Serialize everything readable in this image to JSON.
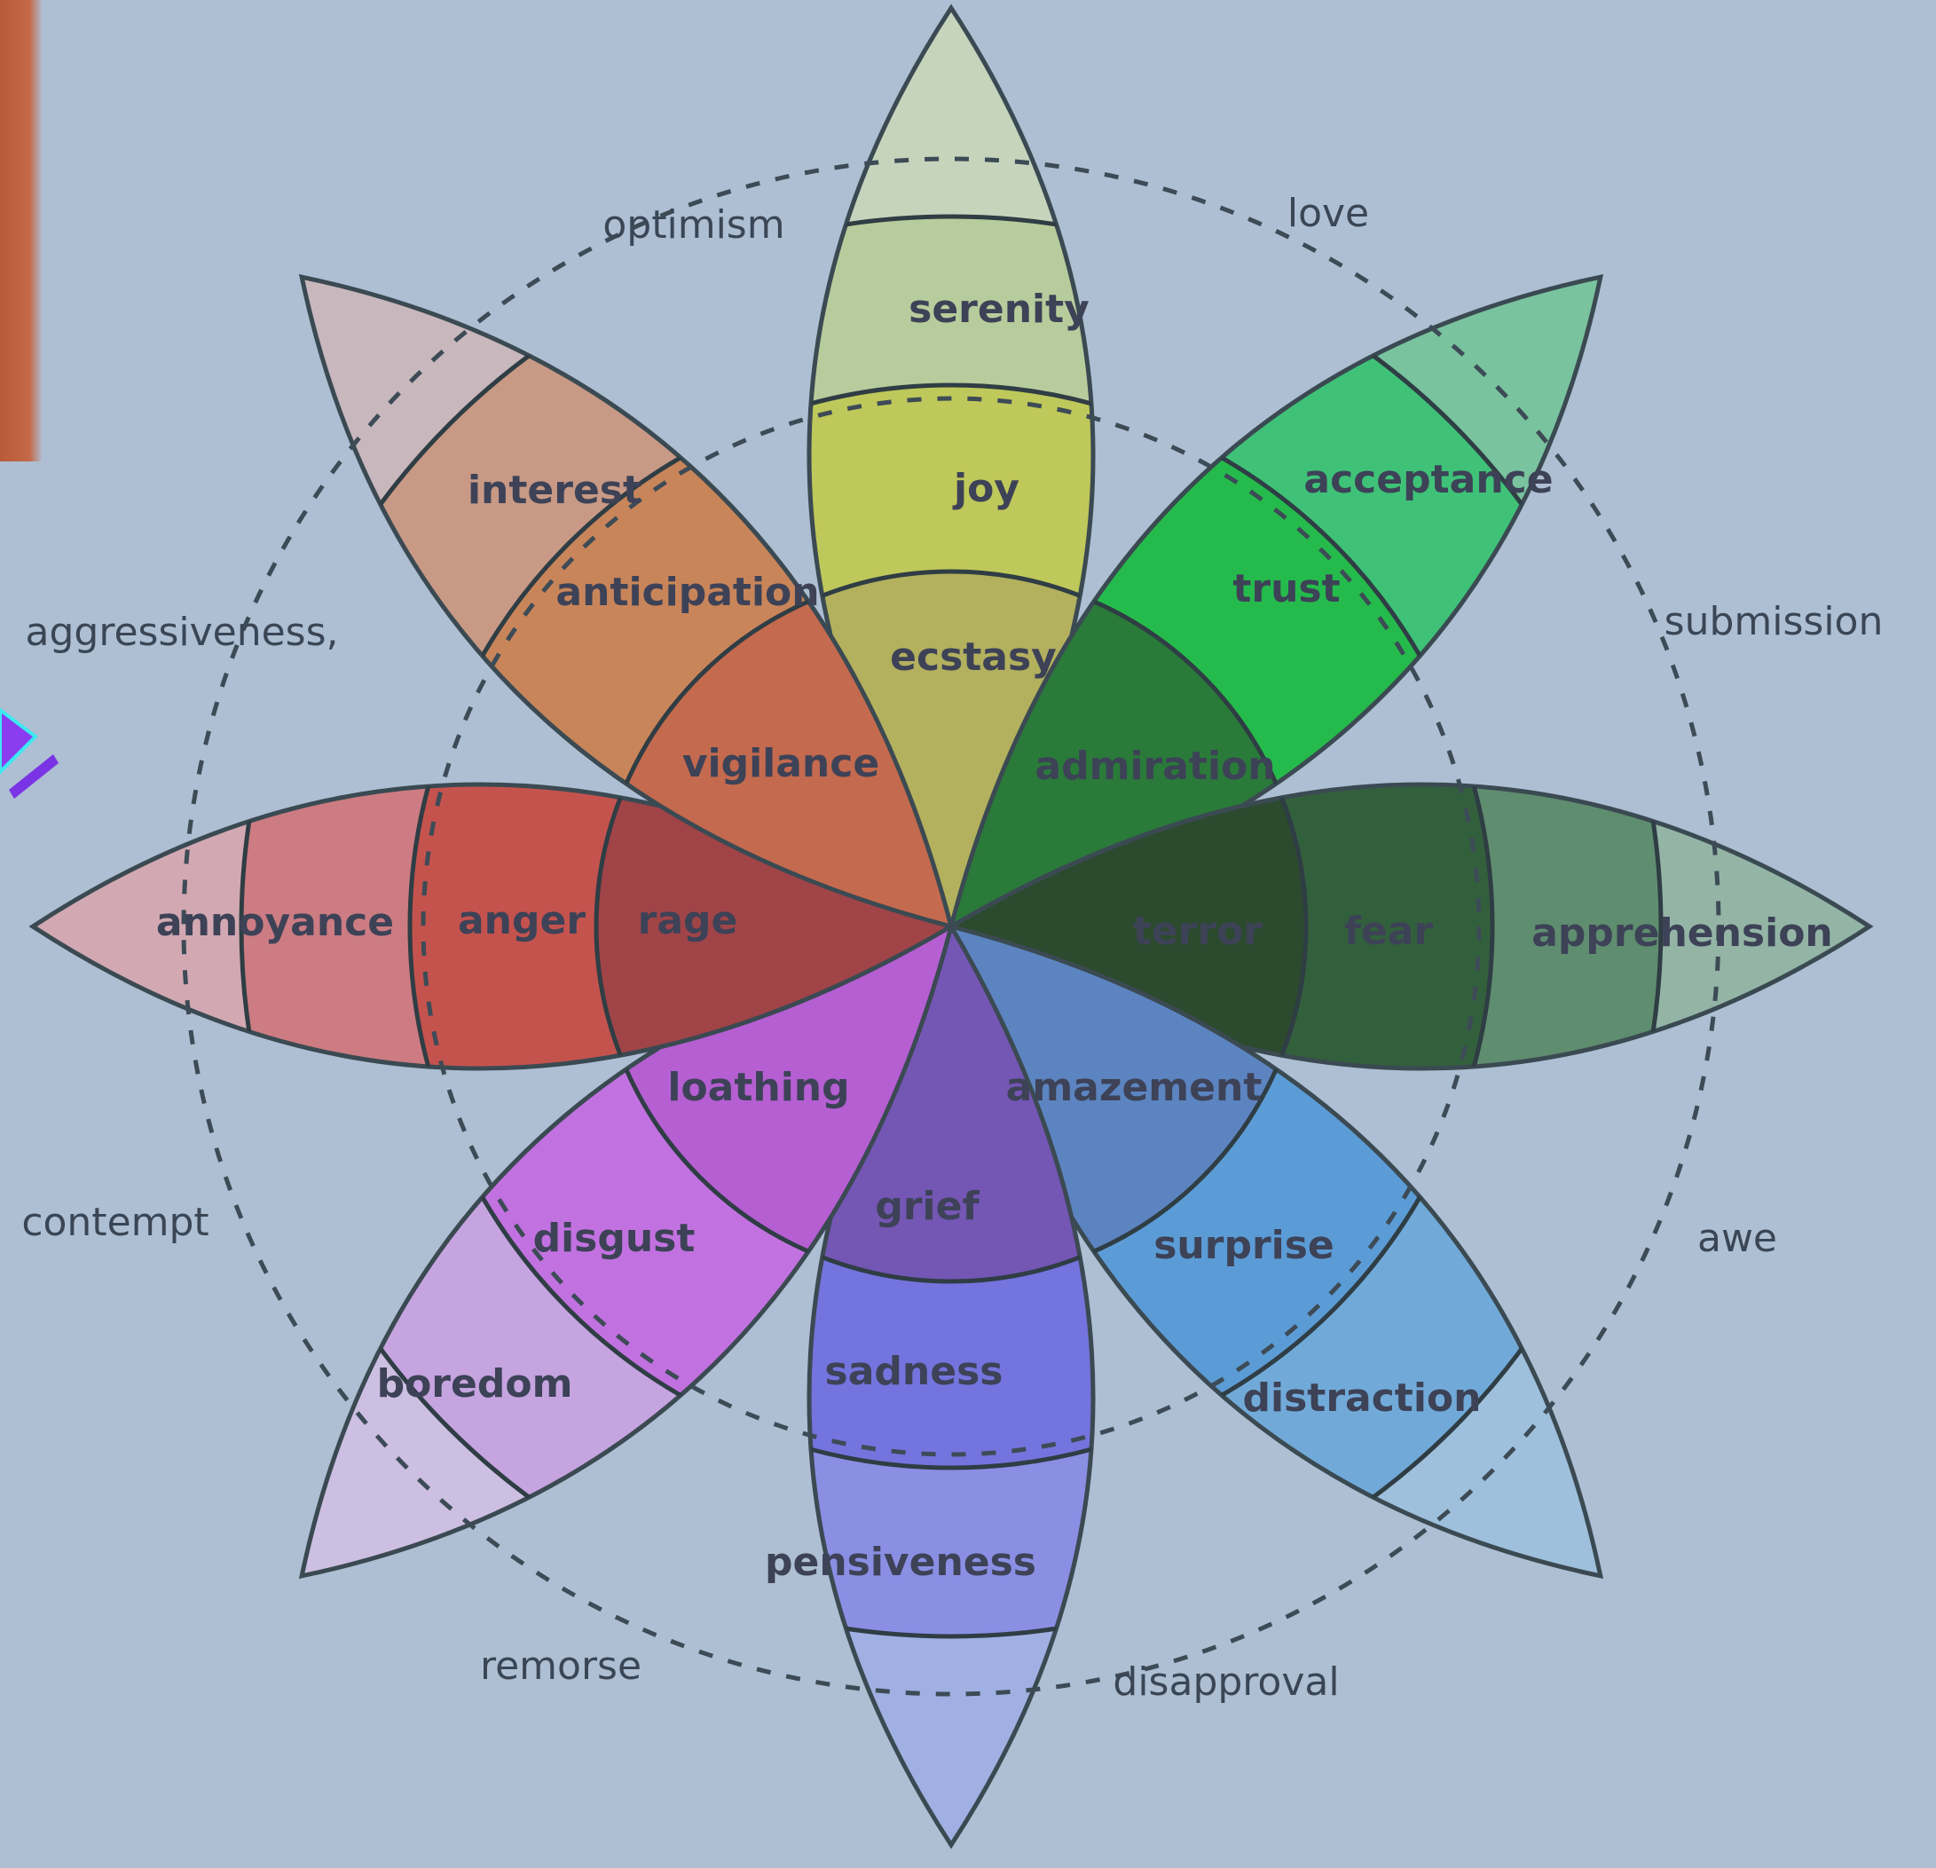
{
  "wheel": {
    "petals": [
      {
        "key": "joy",
        "outer": "serenity",
        "middle": "joy",
        "inner": "ecstasy",
        "colors": {
          "tip": "#c6d4bc",
          "outer": "#b7cc9c",
          "middle": "#bfc85a",
          "inner": "#b3b05e"
        }
      },
      {
        "key": "trust",
        "outer": "acceptance",
        "middle": "trust",
        "inner": "admiration",
        "colors": {
          "tip": "#79c39e",
          "outer": "#3fc278",
          "middle": "#25bb4c",
          "inner": "#2a7a3a"
        }
      },
      {
        "key": "fear",
        "outer": "apprehension",
        "middle": "fear",
        "inner": "terror",
        "colors": {
          "tip": "#94b5a6",
          "outer": "#5f8d6f",
          "middle": "#33603c",
          "inner": "#2c4a2e"
        }
      },
      {
        "key": "surprise",
        "outer": "distraction",
        "middle": "surprise",
        "inner": "amazement",
        "colors": {
          "tip": "#9fc0dc",
          "outer": "#71aad8",
          "middle": "#5c9cd6",
          "inner": "#5c84c0"
        }
      },
      {
        "key": "sadness",
        "outer": "pensiveness",
        "middle": "sadness",
        "inner": "grief",
        "colors": {
          "tip": "#a0b0e2",
          "outer": "#8a8fe4",
          "middle": "#7474de",
          "inner": "#7456b4"
        }
      },
      {
        "key": "disgust",
        "outer": "boredom",
        "middle": "disgust",
        "inner": "loathing",
        "colors": {
          "tip": "#cdbfe2",
          "outer": "#c6a4e0",
          "middle": "#c272e0",
          "inner": "#b55fd2"
        }
      },
      {
        "key": "anger",
        "outer": "annoyance",
        "middle": "anger",
        "inner": "rage",
        "colors": {
          "tip": "#d2a9b2",
          "outer": "#cc7c82",
          "middle": "#c4534e",
          "inner": "#a04448"
        }
      },
      {
        "key": "anticipation",
        "outer": "interest",
        "middle": "anticipation",
        "inner": "vigilance",
        "colors": {
          "tip": "#c8b7bd",
          "outer": "#c89a86",
          "middle": "#c9855a",
          "inner": "#c46a4e"
        }
      }
    ],
    "dyads": [
      "love",
      "submission",
      "awe",
      "disapproval",
      "remorse",
      "contempt",
      "aggressiveness,",
      "optimism"
    ]
  },
  "colors": {
    "background": "#aebfd4",
    "outline": "#3b4a52",
    "label": "#3d4257",
    "slide_edge": "#b85a3a"
  }
}
